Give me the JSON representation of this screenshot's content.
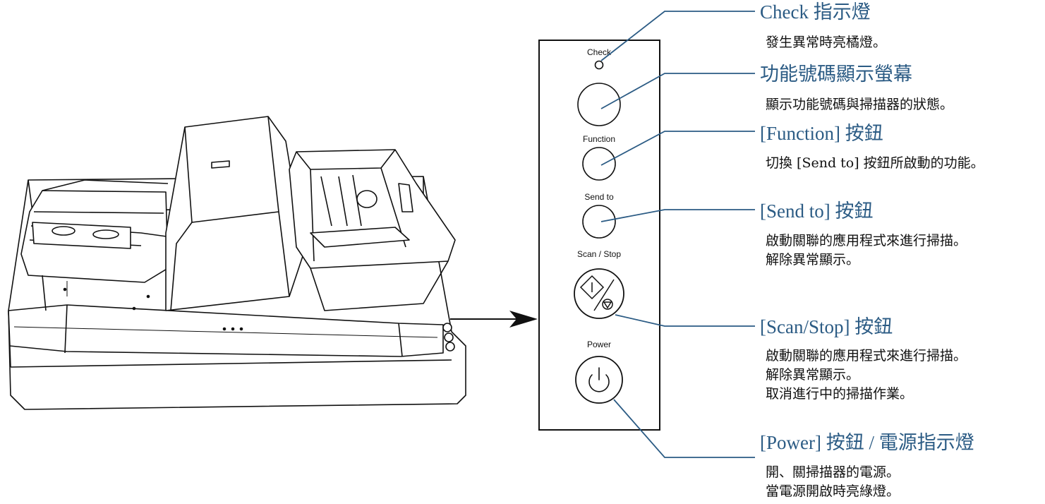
{
  "panel": {
    "labels": {
      "check": "Check",
      "function": "Function",
      "send_to": "Send to",
      "scan_stop": "Scan / Stop",
      "power": "Power"
    }
  },
  "callouts": {
    "check": {
      "title": "Check 指示燈",
      "desc": [
        "發生異常時亮橘燈。"
      ]
    },
    "display": {
      "title": "功能號碼顯示螢幕",
      "desc": [
        "顯示功能號碼與掃描器的狀態。"
      ]
    },
    "function": {
      "title": "[Function] 按鈕",
      "desc": [
        "切換 [Send to] 按鈕所啟動的功能。"
      ]
    },
    "send_to": {
      "title": "[Send to] 按鈕",
      "desc": [
        "啟動關聯的應用程式來進行掃描。",
        "解除異常顯示。"
      ]
    },
    "scan_stop": {
      "title": "[Scan/Stop] 按鈕",
      "desc": [
        "啟動關聯的應用程式來進行掃描。",
        "解除異常顯示。",
        "取消進行中的掃描作業。"
      ]
    },
    "power": {
      "title": "[Power] 按鈕 / 電源指示燈",
      "desc": [
        "開、關掃描器的電源。",
        "當電源開啟時亮綠燈。"
      ]
    }
  },
  "colors": {
    "callout_line": "#2b5b84",
    "callout_title": "#2b5b84",
    "outline": "#111111"
  },
  "icons": [
    "scanner-illustration",
    "pointer-arrow",
    "scan-stop-icon",
    "power-icon"
  ]
}
